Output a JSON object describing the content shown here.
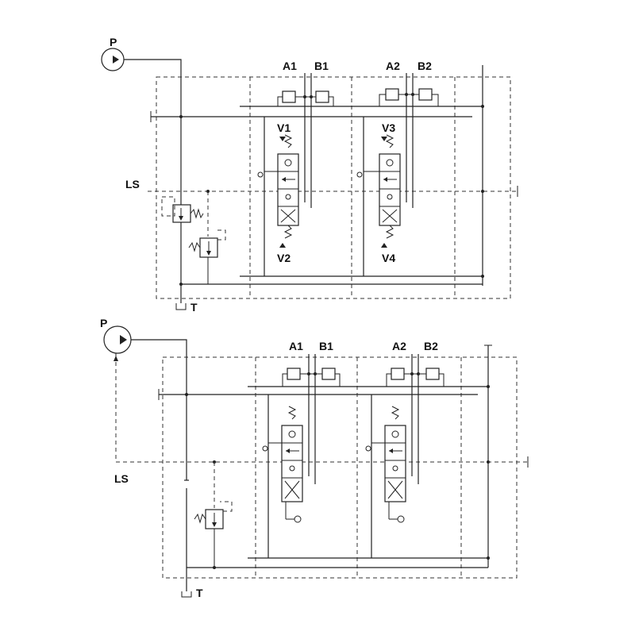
{
  "diagram_top": {
    "pump_label": "P",
    "tank_label": "T",
    "ls_label": "LS",
    "ports": [
      "A1",
      "B1",
      "A2",
      "B2"
    ],
    "valve_labels": [
      "V1",
      "V2",
      "V3",
      "V4"
    ]
  },
  "diagram_bottom": {
    "pump_label": "P",
    "tank_label": "T",
    "ls_label": "LS",
    "ports": [
      "A1",
      "B1",
      "A2",
      "B2"
    ]
  }
}
